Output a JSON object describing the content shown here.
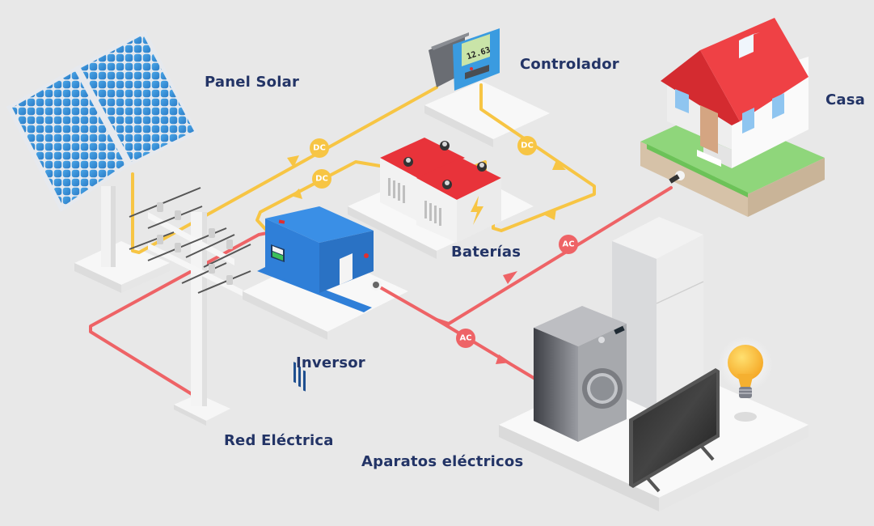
{
  "labels": {
    "panel_solar": "Panel Solar",
    "controlador": "Controlador",
    "casa": "Casa",
    "baterias": "Baterías",
    "inversor": "Inversor",
    "red_electrica": "Red Eléctrica",
    "aparatos": "Aparatos eléctricos"
  },
  "badges": {
    "dc": "DC",
    "ac": "AC"
  },
  "controller_display": "12.63",
  "colors": {
    "background": "#e8e8e8",
    "label_text": "#233466",
    "dc_line": "#f7c544",
    "ac_line": "#ee6366",
    "panel_blue": "#3a8fd6",
    "inverter_blue": "#2f7fd8",
    "roof_red": "#ef4145",
    "battery_red": "#e8333a",
    "grass_green": "#8fd67b"
  }
}
